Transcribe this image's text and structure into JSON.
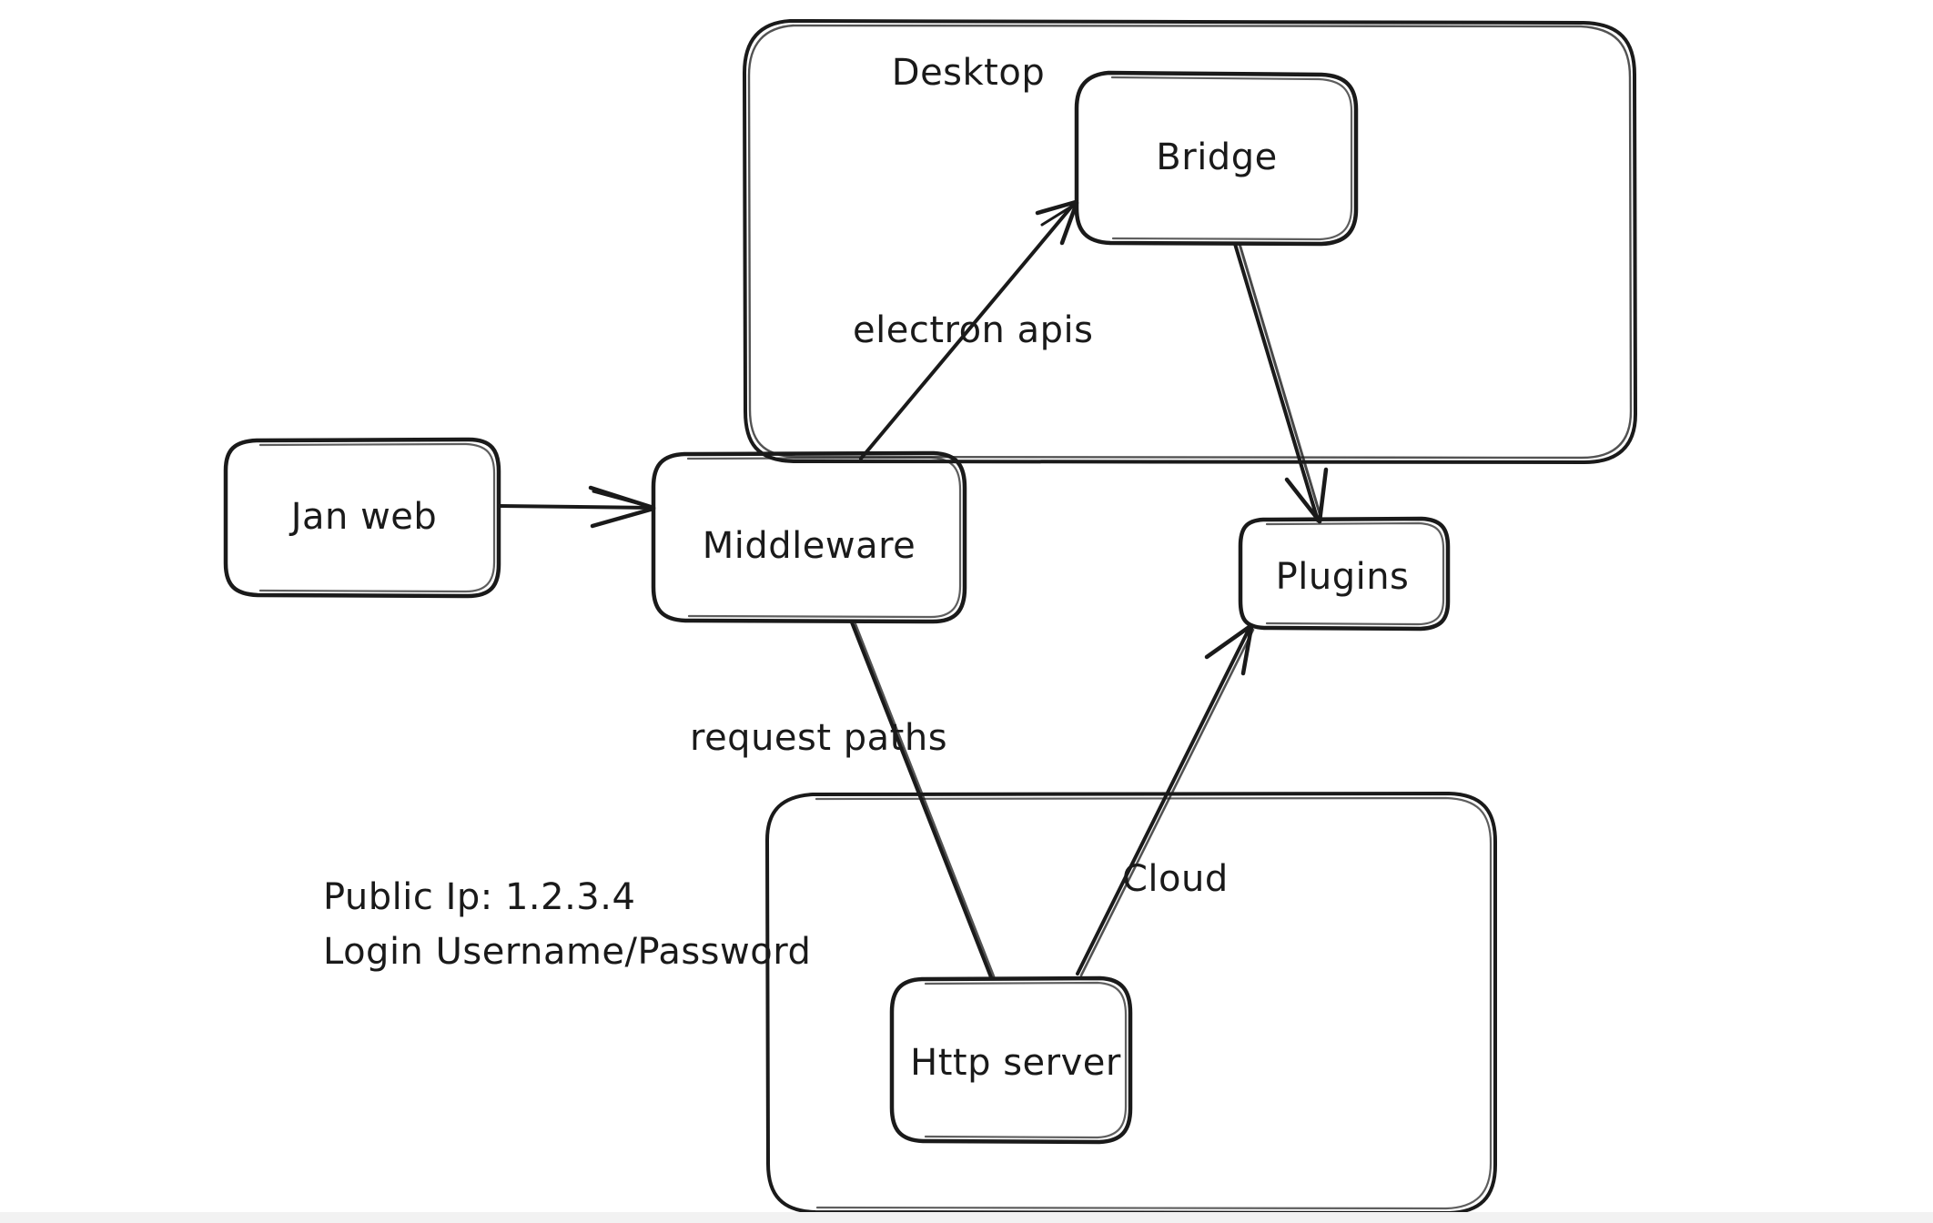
{
  "diagram": {
    "style": "hand-drawn sketch",
    "background_color": "#ffffff",
    "stroke_color": "#1a1a1a",
    "groups": [
      {
        "id": "desktop",
        "label": "Desktop"
      },
      {
        "id": "cloud_group",
        "label": ""
      }
    ],
    "nodes": [
      {
        "id": "jan_web",
        "label": "Jan web"
      },
      {
        "id": "middleware",
        "label": "Middleware"
      },
      {
        "id": "bridge",
        "label": "Bridge"
      },
      {
        "id": "plugins",
        "label": "Plugins"
      },
      {
        "id": "http_server",
        "label": "Http server"
      }
    ],
    "edges": [
      {
        "id": "jan_to_middleware",
        "from": "jan_web",
        "to": "middleware",
        "label": ""
      },
      {
        "id": "middleware_to_bridge",
        "from": "middleware",
        "to": "bridge",
        "label": "electron apis"
      },
      {
        "id": "bridge_to_plugins",
        "from": "bridge",
        "to": "plugins",
        "label": ""
      },
      {
        "id": "middleware_to_http",
        "from": "middleware",
        "to": "http_server",
        "label": "request paths"
      },
      {
        "id": "http_to_plugins",
        "from": "http_server",
        "to": "plugins",
        "label": "Cloud"
      }
    ],
    "notes": {
      "public_ip": "Public Ip: 1.2.3.4",
      "login": "Login Username/Password"
    }
  }
}
